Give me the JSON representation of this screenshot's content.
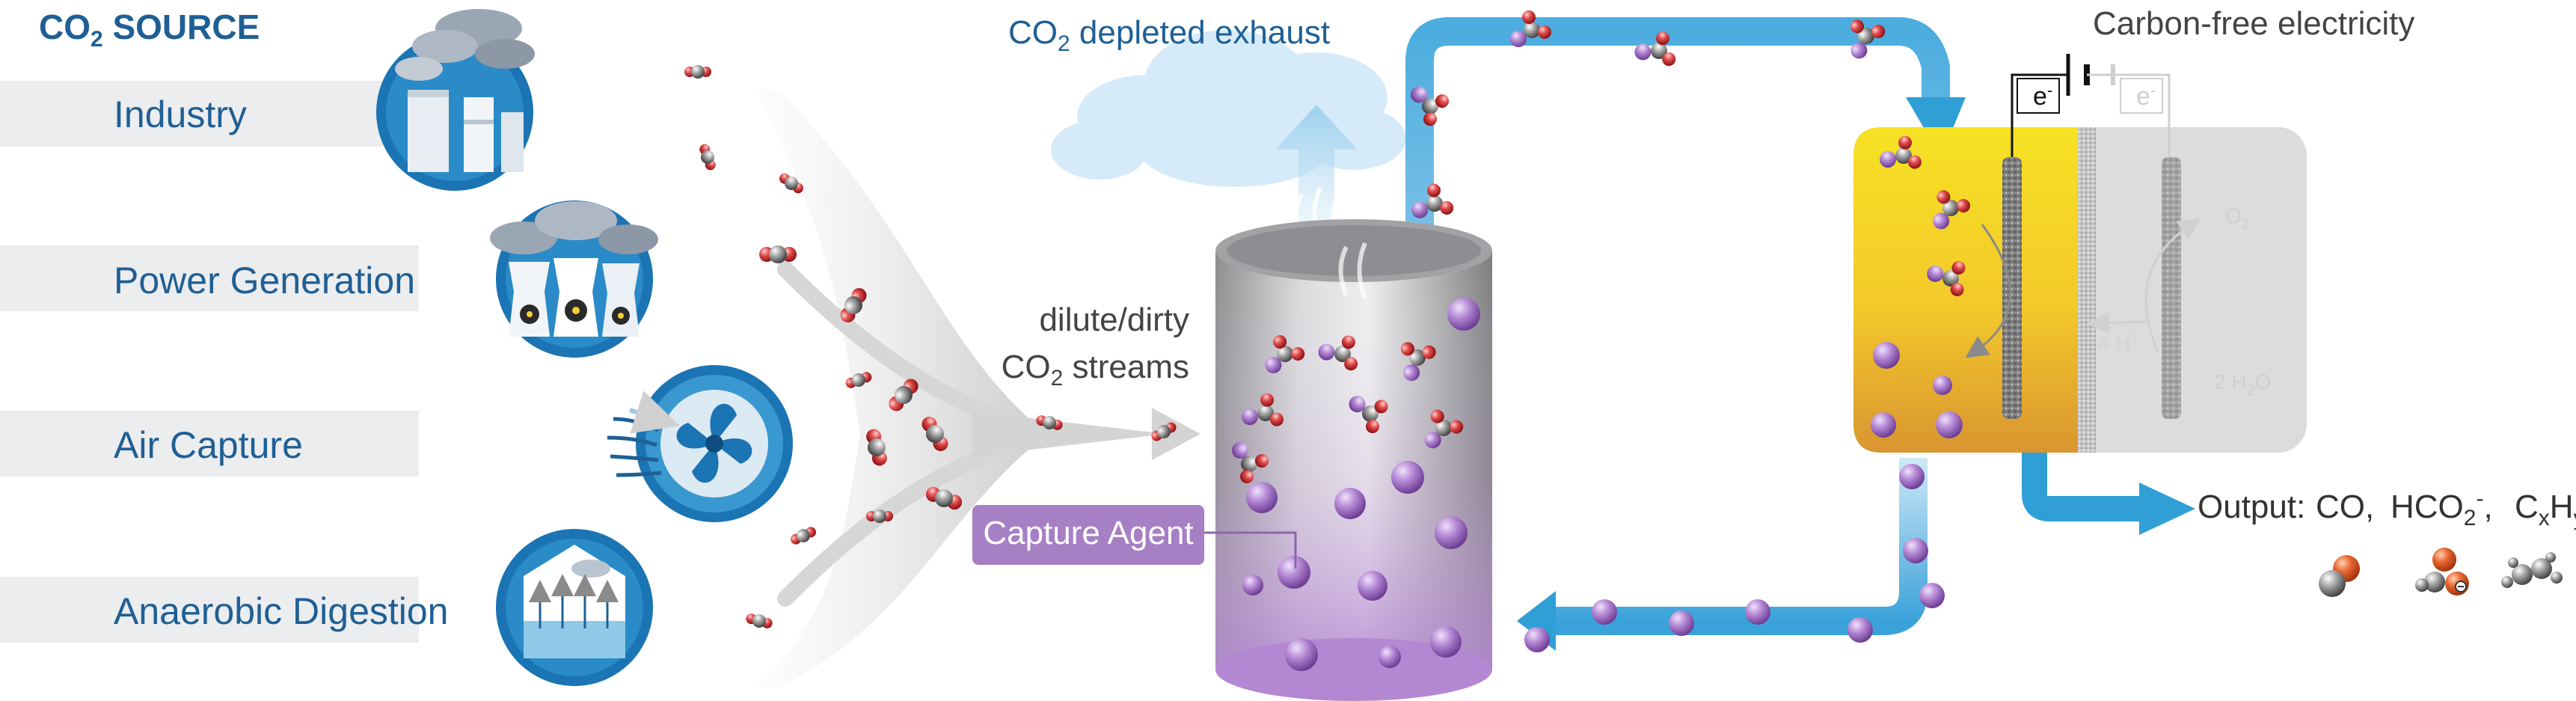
{
  "source": {
    "title_prefix": "CO",
    "title_sub": "2",
    "title_suffix": " SOURCE",
    "items": [
      {
        "label": "Industry"
      },
      {
        "label": "Power Generation"
      },
      {
        "label": "Air Capture"
      },
      {
        "label": "Anaerobic Digestion"
      }
    ]
  },
  "streams": {
    "line1": "dilute/dirty",
    "line2_prefix": "CO",
    "line2_sub": "2",
    "line2_suffix": " streams"
  },
  "exhaust": {
    "prefix": "CO",
    "sub": "2",
    "suffix": " depleted exhaust"
  },
  "capture_agent": "Capture Agent",
  "electricity": "Carbon-free electricity",
  "electrons": {
    "label": "e",
    "sup": "-"
  },
  "cell": {
    "o2_prefix": "O",
    "o2_sub": "2",
    "h_prefix": "4 H",
    "h_sup": "+",
    "water_prefix": "2 H",
    "water_sub": "2",
    "water_suffix": "O"
  },
  "output": {
    "label": "Output:",
    "co": "CO,",
    "formate_prefix": "HCO",
    "formate_sub": "2",
    "formate_sup": "-",
    "formate_comma": ",",
    "hc_prefix": "C",
    "hc_sub1": "x",
    "hc_mid": "H",
    "hc_sub2": "y"
  },
  "colors": {
    "primary_blue": "#1f5f95",
    "arrow_blue": "#2f9fd6",
    "band_gray": "#ecedef",
    "agent_purple": "#a67fc4",
    "gold": "#f2c713",
    "oxygen_red": "#d8343a"
  }
}
